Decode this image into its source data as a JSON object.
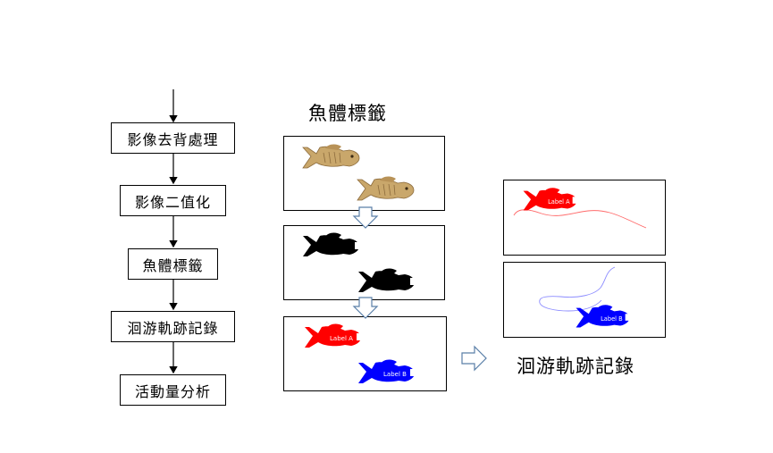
{
  "flowchart": {
    "steps": [
      "影像去背處理",
      "影像二值化",
      "魚體標籤",
      "洄游軌跡記錄",
      "活動量分析"
    ]
  },
  "middle": {
    "title": "魚體標籤",
    "labels": [
      "Label A",
      "Label B"
    ]
  },
  "right": {
    "title": "洄游軌跡記錄",
    "labels": [
      "Label A",
      "Label B"
    ]
  },
  "colors": {
    "label_a": "#ff0000",
    "label_b": "#0000ff",
    "fish_gold": "#c9a76b",
    "fish_black": "#000000",
    "arrow_outline": "#5a7fa8"
  }
}
